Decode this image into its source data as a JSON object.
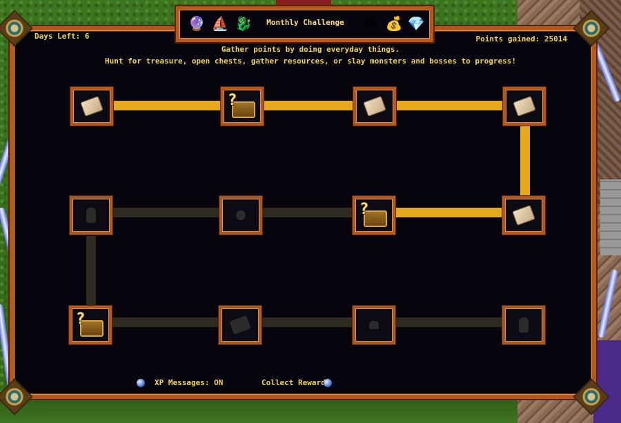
{
  "header": {
    "title": "Monthly Challenge",
    "days_left": "Days Left: 6",
    "points": "Points gained: 25014",
    "subtitle": "Gather points by doing everyday things.",
    "instructions": "Hunt for treasure, open chests, gather resources, or slay monsters and bosses to progress!"
  },
  "header_icons_left": [
    "gem-wand-icon",
    "ship-icon",
    "dragon-icon"
  ],
  "header_icons_right": [
    "treasure-map-icon",
    "bag-icon",
    "crystal-icon"
  ],
  "footer": {
    "xp_messages": "XP Messages: ON",
    "collect_rewards": "Collect Rewards"
  },
  "track": {
    "completed_nodes": 6,
    "total_nodes": 12,
    "nodes": [
      {
        "id": 1,
        "reward": "scroll-icon",
        "status": "completed"
      },
      {
        "id": 2,
        "reward": "mystery-chest-icon",
        "status": "completed"
      },
      {
        "id": 3,
        "reward": "scroll-icon",
        "status": "completed"
      },
      {
        "id": 4,
        "reward": "scroll-icon",
        "status": "completed"
      },
      {
        "id": 5,
        "reward": "scroll-icon",
        "status": "completed"
      },
      {
        "id": 6,
        "reward": "mystery-chest-icon",
        "status": "completed"
      },
      {
        "id": 7,
        "reward": "potion-icon",
        "status": "locked"
      },
      {
        "id": 8,
        "reward": "candle-icon",
        "status": "locked"
      },
      {
        "id": 9,
        "reward": "mystery-chest-icon",
        "status": "highlight"
      },
      {
        "id": 10,
        "reward": "scroll-icon",
        "status": "locked"
      },
      {
        "id": 11,
        "reward": "bag-icon",
        "status": "locked"
      },
      {
        "id": 12,
        "reward": "lantern-icon",
        "status": "locked"
      }
    ]
  },
  "colors": {
    "accent": "#f2d64e",
    "progress": "#e7a91c",
    "frame": "#b4581e",
    "background": "#06050e"
  }
}
